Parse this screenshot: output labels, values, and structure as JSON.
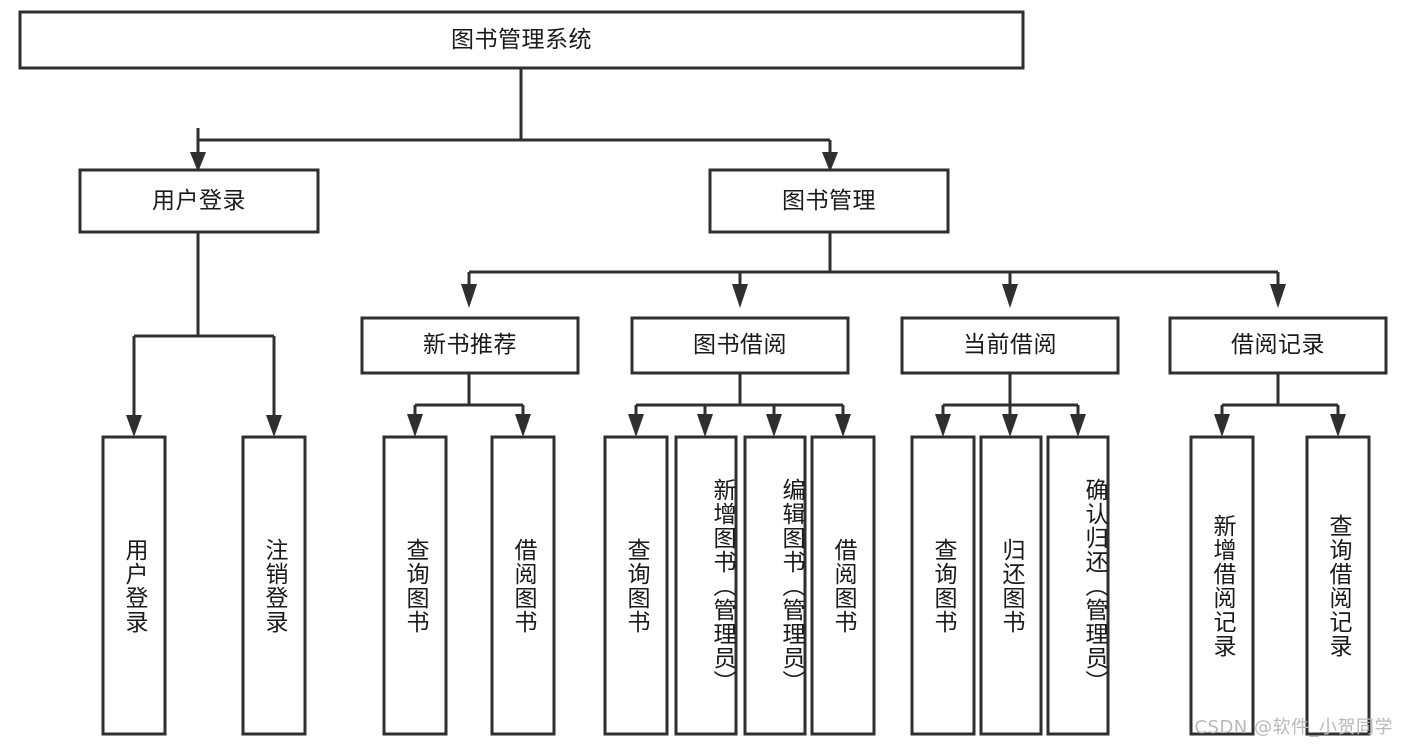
{
  "diagram": {
    "type": "tree",
    "title": "图书管理系统",
    "watermark": "CSDN @软件_小贺同学",
    "nodes": {
      "root": {
        "label": "图书管理系统",
        "level": 1
      },
      "login": {
        "label": "用户登录",
        "level": 2
      },
      "book_mgmt": {
        "label": "图书管理",
        "level": 2
      },
      "new_book_rec": {
        "label": "新书推荐",
        "level": 3
      },
      "book_borrow": {
        "label": "图书借阅",
        "level": 3
      },
      "current_borrow": {
        "label": "当前借阅",
        "level": 3
      },
      "borrow_record": {
        "label": "借阅记录",
        "level": 3
      },
      "leaf_user_login": {
        "label": "用户登录",
        "level": 4
      },
      "leaf_logout": {
        "label": "注销登录",
        "level": 4
      },
      "leaf_query_book_1": {
        "label": "查询图书",
        "level": 4
      },
      "leaf_borrow_book_1": {
        "label": "借阅图书",
        "level": 4
      },
      "leaf_query_book_2": {
        "label": "查询图书",
        "level": 4
      },
      "leaf_add_book": {
        "label": "新增图书（管理员）",
        "level": 4
      },
      "leaf_edit_book": {
        "label": "编辑图书（管理员）",
        "level": 4
      },
      "leaf_borrow_book_2": {
        "label": "借阅图书",
        "level": 4
      },
      "leaf_query_book_3": {
        "label": "查询图书",
        "level": 4
      },
      "leaf_return_book": {
        "label": "归还图书",
        "level": 4
      },
      "leaf_confirm_return": {
        "label": "确认归还（管理员）",
        "level": 4
      },
      "leaf_add_record": {
        "label": "新增借阅记录",
        "level": 4
      },
      "leaf_query_record": {
        "label": "查询借阅记录",
        "level": 4
      }
    },
    "edges": [
      {
        "from": "root",
        "to": "login"
      },
      {
        "from": "root",
        "to": "book_mgmt"
      },
      {
        "from": "login",
        "to": "leaf_user_login"
      },
      {
        "from": "login",
        "to": "leaf_logout"
      },
      {
        "from": "book_mgmt",
        "to": "new_book_rec"
      },
      {
        "from": "book_mgmt",
        "to": "book_borrow"
      },
      {
        "from": "book_mgmt",
        "to": "current_borrow"
      },
      {
        "from": "book_mgmt",
        "to": "borrow_record"
      },
      {
        "from": "new_book_rec",
        "to": "leaf_query_book_1"
      },
      {
        "from": "new_book_rec",
        "to": "leaf_borrow_book_1"
      },
      {
        "from": "book_borrow",
        "to": "leaf_query_book_2"
      },
      {
        "from": "book_borrow",
        "to": "leaf_add_book"
      },
      {
        "from": "book_borrow",
        "to": "leaf_edit_book"
      },
      {
        "from": "book_borrow",
        "to": "leaf_borrow_book_2"
      },
      {
        "from": "current_borrow",
        "to": "leaf_query_book_3"
      },
      {
        "from": "current_borrow",
        "to": "leaf_return_book"
      },
      {
        "from": "current_borrow",
        "to": "leaf_confirm_return"
      },
      {
        "from": "borrow_record",
        "to": "leaf_add_record"
      },
      {
        "from": "borrow_record",
        "to": "leaf_query_record"
      }
    ],
    "colors": {
      "stroke": "#2f2f2f",
      "fill": "#ffffff",
      "text": "#1a1a1a",
      "watermark": "#b9b9b9"
    }
  }
}
